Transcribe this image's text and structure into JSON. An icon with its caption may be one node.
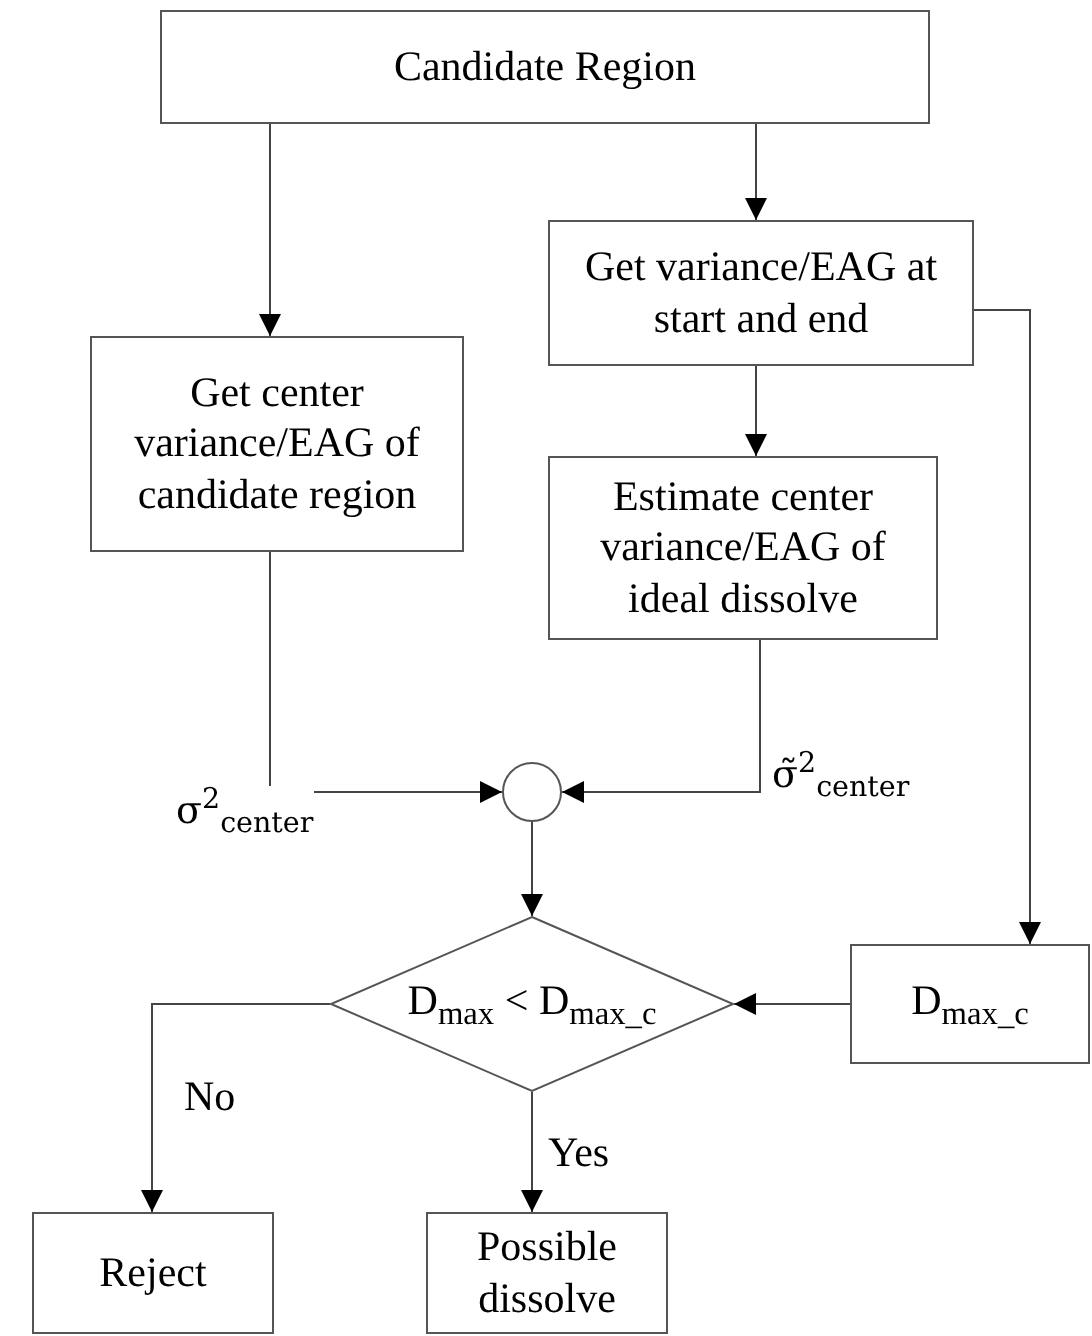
{
  "diagram": {
    "nodes": [
      {
        "text": [
          "Candidate Region"
        ]
      },
      {
        "text": [
          "Get center variance/EAG of candidate region"
        ]
      },
      {
        "text": [
          "Get variance/EAG at start and end"
        ]
      },
      {
        "text": [
          "Estimate center variance/EAG of ideal dissolve"
        ]
      },
      {
        "text": [],
        "shape": "circle"
      },
      {
        "text": [
          "D$_{max}$ < D$_{max_c}$"
        ]
      },
      {
        "text": [
          "D$_{max_c}$"
        ]
      },
      {
        "text": [
          "Reject"
        ]
      },
      {
        "text": [
          "Possible dissolve"
        ]
      }
    ],
    "edges": [
      {
        "from": 0,
        "to": 1,
        "arrow": "to"
      },
      {
        "from": 0,
        "to": 2,
        "arrow": "to"
      },
      {
        "from": 2,
        "to": 3,
        "arrow": "to"
      },
      {
        "from": 1,
        "to": 4,
        "arrow": "to",
        "label": "σ$^{2}$$_{center}$"
      },
      {
        "from": 3,
        "to": 4,
        "arrow": "to",
        "label": "σ̃$^{2}$$_{center}$"
      },
      {
        "from": 4,
        "to": 5,
        "arrow": "to"
      },
      {
        "from": 2,
        "to": 6,
        "arrow": "to"
      },
      {
        "from": 6,
        "to": 5,
        "arrow": "to"
      },
      {
        "from": 5,
        "to": 7,
        "arrow": "to",
        "label": "No"
      },
      {
        "from": 5,
        "to": 8,
        "arrow": "to",
        "label": "Yes"
      }
    ]
  }
}
